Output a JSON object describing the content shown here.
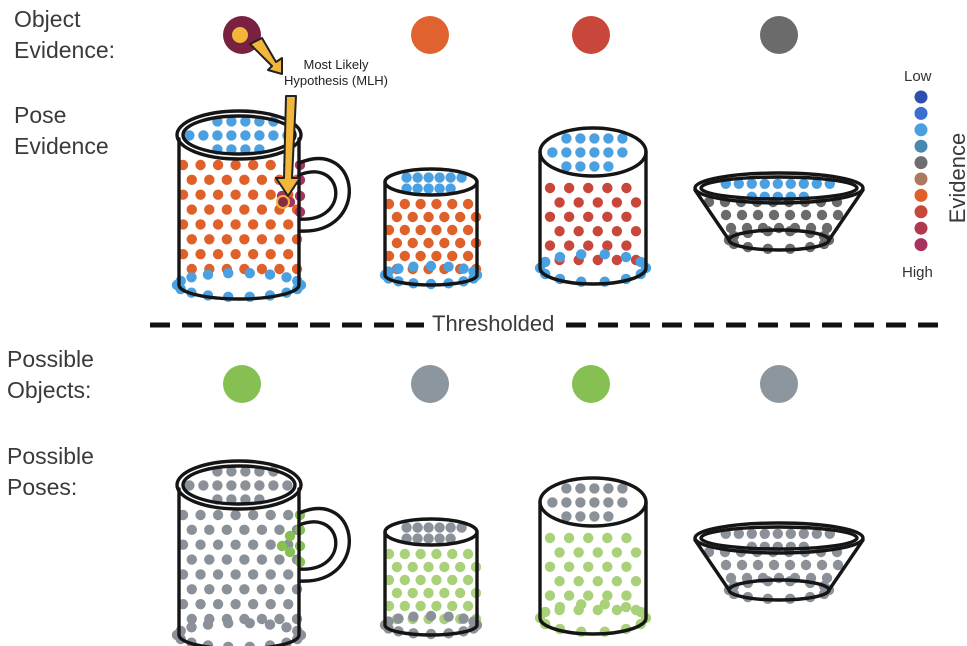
{
  "labels": {
    "object_evidence": [
      "Object",
      "Evidence:"
    ],
    "pose_evidence": [
      "Pose",
      "Evidence"
    ],
    "possible_objects": [
      "Possible",
      "Objects:"
    ],
    "possible_poses": [
      "Possible",
      "Poses:"
    ],
    "thresholded": "Thresholded",
    "mlh": [
      "Most Likely",
      "Hypothesis (MLH)"
    ]
  },
  "legend": {
    "title": "Evidence",
    "low": "Low",
    "high": "High",
    "colors": [
      "#2f4fb0",
      "#3a6fd0",
      "#4a9fe0",
      "#4a88b0",
      "#6e6e6e",
      "#a97a60",
      "#e0602a",
      "#c5483a",
      "#b03850",
      "#a83262"
    ]
  },
  "objects": [
    {
      "name": "mug",
      "evidence_color": "#7a2040",
      "inner_color": "#f2b63a",
      "possible_color": "#86c052"
    },
    {
      "name": "can",
      "evidence_color": "#e0622e",
      "possible_color": "#8c969e"
    },
    {
      "name": "cylinder",
      "evidence_color": "#c8473a",
      "possible_color": "#86c052"
    },
    {
      "name": "bowl",
      "evidence_color": "#6b6b6b",
      "possible_color": "#8c969e"
    }
  ],
  "pose_colors": {
    "top": "#4aa0e0",
    "mug_body": "#e0602a",
    "mug_handle": "#a83262",
    "can_body": "#e0602a",
    "cyl_body": "#c8473a",
    "bowl_body": "#6b6b6b",
    "gray": "#8a9198",
    "green": "#86c052",
    "light_green": "#a8d17a"
  },
  "arrow_color": "#f2b63a"
}
